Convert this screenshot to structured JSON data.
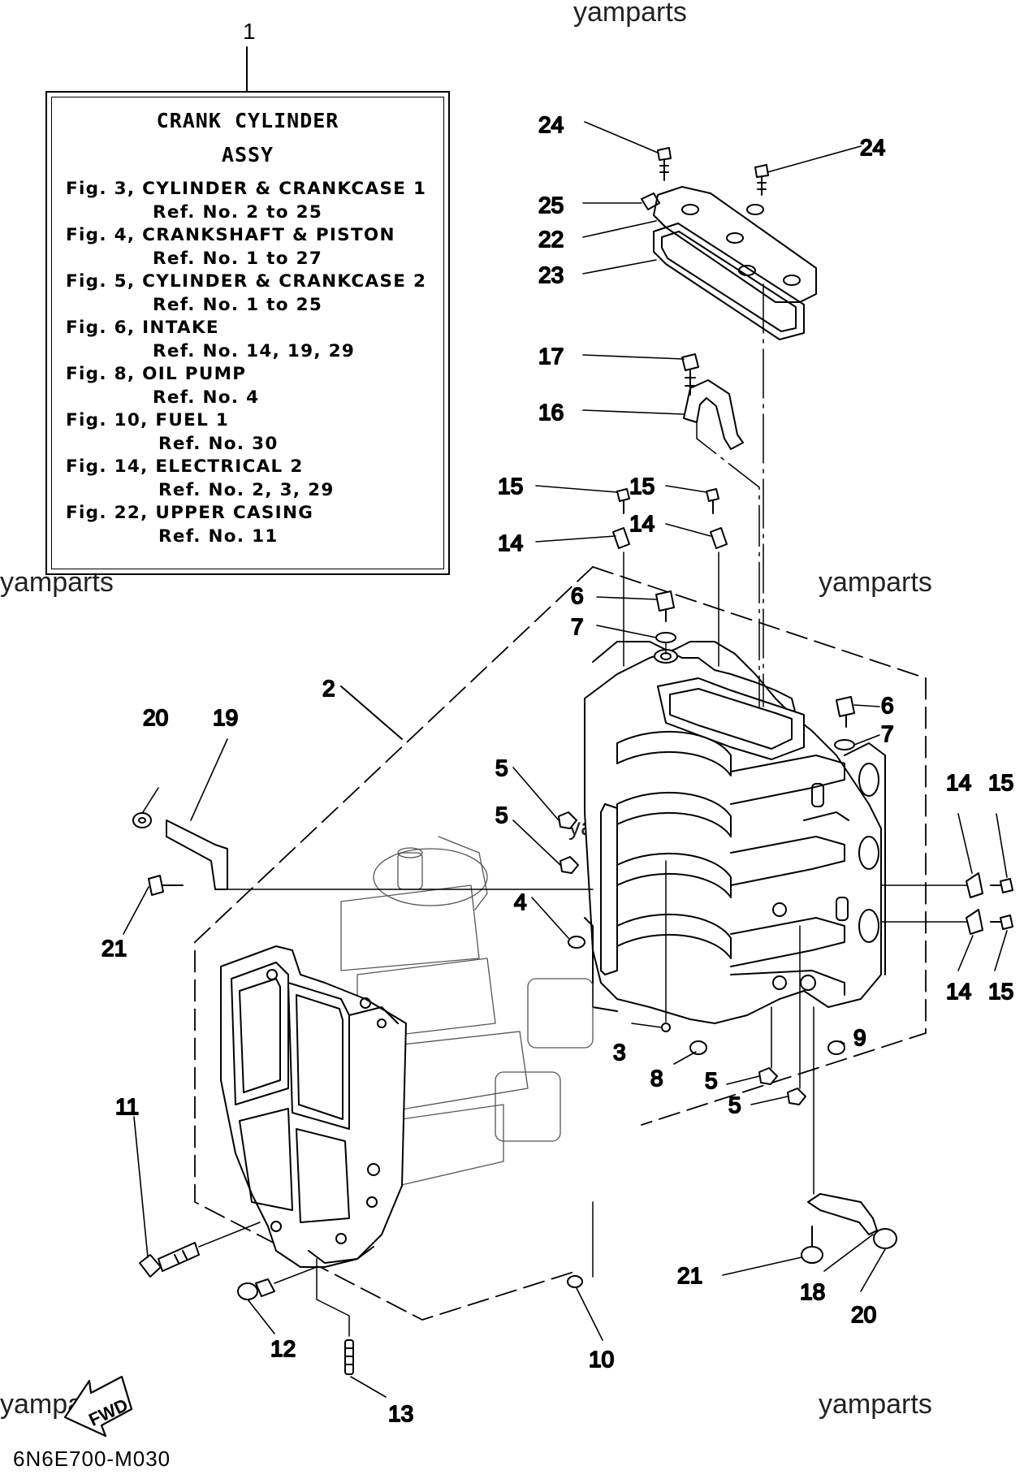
{
  "watermark": "yamparts",
  "legend": {
    "number": "1",
    "title_line1": "CRANK CYLINDER",
    "title_line2": "ASSY",
    "refs": [
      {
        "fig": "Fig. 3, CYLINDER & CRANKCASE 1",
        "ref": "Ref. No. 2 to 25"
      },
      {
        "fig": "Fig. 4, CRANKSHAFT & PISTON",
        "ref": "Ref. No. 1 to 27"
      },
      {
        "fig": "Fig. 5, CYLINDER & CRANKCASE 2",
        "ref": "Ref. No. 1 to 25"
      },
      {
        "fig": "Fig. 6, INTAKE",
        "ref": "Ref. No. 14, 19, 29"
      },
      {
        "fig": "Fig. 8, OIL PUMP",
        "ref": "Ref. No. 4"
      },
      {
        "fig": "Fig. 10, FUEL 1",
        "ref": "Ref. No. 30"
      },
      {
        "fig": "Fig. 14, ELECTRICAL 2",
        "ref": "Ref. No. 2, 3, 29"
      },
      {
        "fig": "Fig. 22, UPPER CASING",
        "ref": "Ref. No. 11"
      }
    ]
  },
  "fwd_label": "FWD",
  "diagram_code": "6N6E700-M030",
  "part_labels": {
    "p2": "2",
    "p3": "3",
    "p4": "4",
    "p5": "5",
    "p6": "6",
    "p7": "7",
    "p8": "8",
    "p9": "9",
    "p10": "10",
    "p11": "11",
    "p12": "12",
    "p13": "13",
    "p14": "14",
    "p15": "15",
    "p16": "16",
    "p17": "17",
    "p18": "18",
    "p19": "19",
    "p20": "20",
    "p21": "21",
    "p22": "22",
    "p23": "23",
    "p24": "24",
    "p25": "25"
  }
}
